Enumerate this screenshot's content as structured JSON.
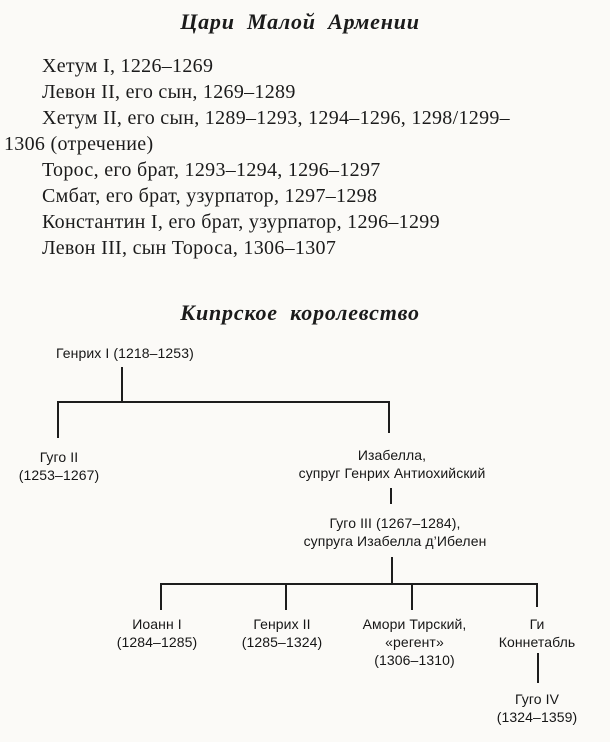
{
  "page": {
    "background_color": "#fbfaf7",
    "text_color": "#1b1b1b",
    "line_color": "#1d1d1d"
  },
  "armenia": {
    "title": "Цари Малой Армении",
    "lines": [
      "Хетум I, 1226–1269",
      "Левон II, его сын, 1269–1289",
      "Хетум II, его сын, 1289–1293, 1294–1296, 1298/1299–",
      "1306 (отречение)",
      "Торос, его брат, 1293–1294, 1296–1297",
      "Смбат, его брат, узурпатор, 1297–1298",
      "Константин I, его брат, узурпатор, 1296–1299",
      "Левон III, сын Тороса, 1306–1307"
    ]
  },
  "cyprus": {
    "title": "Кипрское королевство",
    "tree": {
      "genrih1": "Генрих I (1218–1253)",
      "gugo2": [
        "Гуго II",
        "(1253–1267)"
      ],
      "izabella": [
        "Изабелла,",
        "супруг Генрих Антиохийский"
      ],
      "gugo3": [
        "Гуго III (1267–1284),",
        "супруга Изабелла д’Ибелен"
      ],
      "ioann1": [
        "Иоанн I",
        "(1284–1285)"
      ],
      "genrih2": [
        "Генрих II",
        "(1285–1324)"
      ],
      "amori": [
        "Амори Тирский,",
        "«регент»",
        "(1306–1310)"
      ],
      "gi": [
        "Ги",
        "Коннетабль"
      ],
      "gugo4": [
        "Гуго IV",
        "(1324–1359)"
      ]
    }
  }
}
